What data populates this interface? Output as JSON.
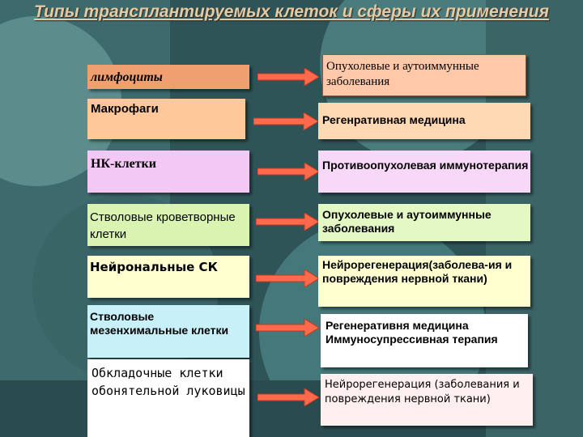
{
  "title": "Типы трансплантируемых клеток и сферы их применения",
  "rows": [
    {
      "cell": "лимфоциты",
      "application": "Опухолевые и аутоиммунные заболевания"
    },
    {
      "cell": "Макрофаги",
      "application": "Регенративная медицина"
    },
    {
      "cell": "НК-клетки",
      "application": "Противоопухолевая иммунотерапия"
    },
    {
      "cell": "Стволовые кроветворные клетки",
      "application": "Опухолевые и аутоиммунные заболевания"
    },
    {
      "cell": "Нейрональные СК",
      "application": "Нейрорегенерация(заболева-ия и повреждения нервной ткани)"
    },
    {
      "cell": "Стволовые мезенхимальные клетки",
      "application": "Регенеративня медицина Иммуносупрессивная терапия"
    },
    {
      "cell": "Обкладочные клетки обонятельной луковицы",
      "application": "Нейрорегенерация (заболевания и повреждения нервной ткани)"
    }
  ],
  "colors": {
    "background": "#2e5457",
    "title": "#e8c9a0",
    "arrow": "#ff6a4d",
    "row_lymphocytes": "#f0a070",
    "row_macrophages": "#ffc89a",
    "row_nk": "#f4c8f4",
    "row_hsc": "#d8f4b0",
    "row_nsc": "#ffffd0",
    "row_msc": "#c8f0f8",
    "row_olfactory": "#ffffff",
    "app_1": "#ffc8a8",
    "app_2": "#ffd8b4",
    "app_3": "#f8d8f8",
    "app_4": "#e4f8c4",
    "app_5": "#ffffd0",
    "app_6": "#ffffff",
    "app_7": "#fff0f0"
  }
}
